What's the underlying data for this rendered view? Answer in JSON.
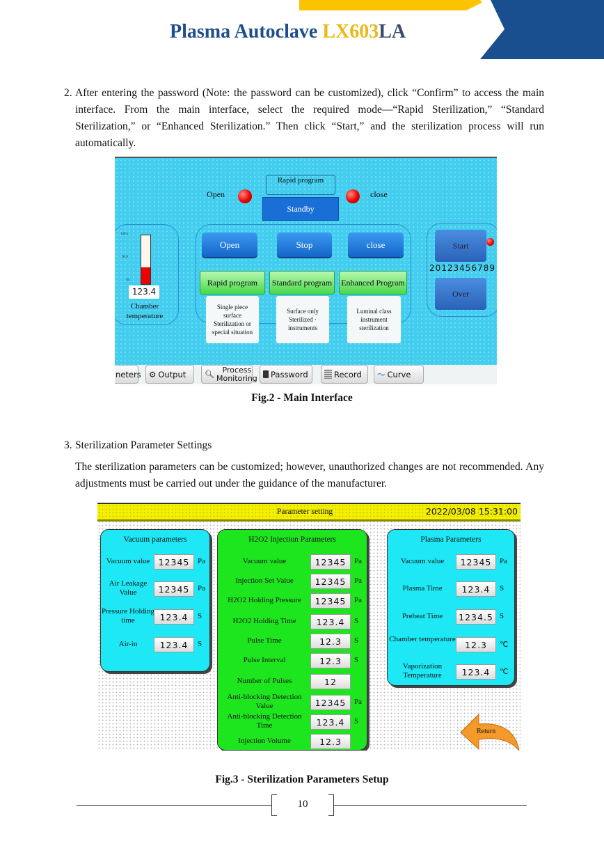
{
  "header": {
    "title_main": "Plasma Autoclave ",
    "title_lx": "LX603",
    "title_la": "LA",
    "colors": {
      "navy": "#1f4e8c",
      "yellow": "#fcc400",
      "blue": "#1a4f8f"
    }
  },
  "section2": {
    "number": "2.",
    "text": "After entering the password (Note: the password can be customized), click “Confirm” to access the main interface. From the main interface, select the required mode—“Rapid Sterilization,” “Standard Sterilization,” or “Enhanced Sterilization.” Then click “Start,” and the sterilization process will run automatically."
  },
  "fig2": {
    "caption": "Fig.2 - Main Interface",
    "status_program": "Rapid program",
    "status": "Standby",
    "open_label": "Open",
    "close_label": "close",
    "thermo_ticks": [
      "130.5",
      "90.0",
      "50."
    ],
    "thermo_level": 0.35,
    "chamber_temp": "123.4",
    "chamber_label": "Chamber temperature",
    "door_buttons": [
      "Open",
      "Stop",
      "close"
    ],
    "programs": [
      {
        "label": "Rapid program",
        "desc": "Single piece surface Sterilization or special situation"
      },
      {
        "label": "Standard program",
        "desc": "Surface only Sterilized · instruments"
      },
      {
        "label": "Enhanced Program",
        "desc": "Luminal class instrument sterilization"
      }
    ],
    "start": "Start",
    "counter": "20123456789",
    "over": "Over",
    "toolbar": [
      "neters",
      "Output",
      "Process Monitoring",
      "Password",
      "Record",
      "Curve"
    ]
  },
  "section3": {
    "number": "3.",
    "heading": "Sterilization Parameter Settings",
    "text": "The sterilization parameters can be customized; however, unauthorized changes are not recommended. Any adjustments must be carried out under the guidance of the manufacturer."
  },
  "fig3": {
    "caption": "Fig.3 - Sterilization Parameters Setup",
    "title": "Parameter setting",
    "datetime": "2022/03/08 15:31:00",
    "return": "Return",
    "vacuum": {
      "title": "Vacuum parameters",
      "rows": [
        {
          "label": "Vacuum value",
          "value": "12345",
          "unit": "Pa"
        },
        {
          "label": "Air Leakage Value",
          "value": "12345",
          "unit": "Pa"
        },
        {
          "label": "Pressure Holding time",
          "value": "123.4",
          "unit": "S"
        },
        {
          "label": "Air-in",
          "value": "123.4",
          "unit": "S"
        }
      ]
    },
    "h2o2": {
      "title": "H2O2 Injection Parameters",
      "rows": [
        {
          "label": "Vacuum value",
          "value": "12345",
          "unit": "Pa"
        },
        {
          "label": "Injection Set Value",
          "value": "12345",
          "unit": "Pa"
        },
        {
          "label": "H2O2 Holding Pressure",
          "value": "12345",
          "unit": "Pa"
        },
        {
          "label": "H2O2 Holding Time",
          "value": "123.4",
          "unit": "S"
        },
        {
          "label": "Pulse Time",
          "value": "12.3",
          "unit": "S"
        },
        {
          "label": "Pulse Interval",
          "value": "12.3",
          "unit": "S"
        },
        {
          "label": "Number of Pulses",
          "value": "12",
          "unit": ""
        },
        {
          "label": "Anti-blocking Detection Value",
          "value": "12345",
          "unit": "Pa"
        },
        {
          "label": "Anti-blocking Detection Time",
          "value": "123.4",
          "unit": "S"
        },
        {
          "label": "Injection Volume",
          "value": "12.3",
          "unit": ""
        }
      ]
    },
    "plasma": {
      "title": "Plasma Parameters",
      "rows": [
        {
          "label": "Vacuum value",
          "value": "12345",
          "unit": "Pa"
        },
        {
          "label": "Plasma Time",
          "value": "123.4",
          "unit": "S"
        },
        {
          "label": "Preheat Time",
          "value": "1234.5",
          "unit": "S"
        },
        {
          "label": "Chamber temperature",
          "value": "12.3",
          "unit": "℃"
        },
        {
          "label": "Vaporization Temperature",
          "value": "123.4",
          "unit": "℃"
        }
      ]
    }
  },
  "footer": {
    "page": "10"
  }
}
